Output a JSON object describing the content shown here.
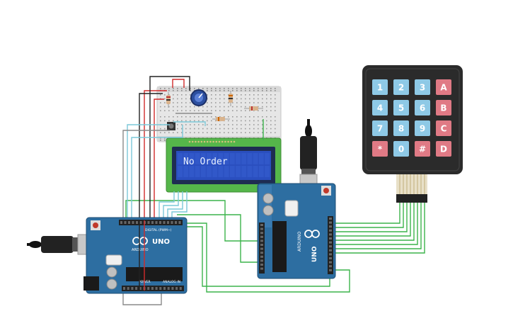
{
  "lcd": {
    "text": "No Order"
  },
  "keypad": {
    "keys": [
      [
        "1",
        "2",
        "3",
        "A"
      ],
      [
        "4",
        "5",
        "6",
        "B"
      ],
      [
        "7",
        "8",
        "9",
        "C"
      ],
      [
        "*",
        "0",
        "#",
        "D"
      ]
    ],
    "colors": {
      "number_key": "#8ec9e6",
      "letter_key": "#e07a85",
      "body": "#2b2b2b"
    }
  },
  "arduino_left": {
    "model_label": "UNO",
    "brand_label": "ARDUINO",
    "header_top_label": "DIGITAL (PWM~)",
    "header_bottom_left": "POWER",
    "header_bottom_right": "ANALOG IN"
  },
  "arduino_right": {
    "model_label": "UNO",
    "brand_label": "ARDUINO"
  },
  "colors": {
    "board": "#2d6ea1",
    "wire_green": "#3cb44b",
    "wire_red": "#d12b2b",
    "wire_black": "#222222",
    "wire_cyan": "#7cc8d8",
    "wire_gray": "#8a8a8a",
    "lcd_frame": "#55b64a",
    "lcd_screen": "#2a4fbf"
  }
}
